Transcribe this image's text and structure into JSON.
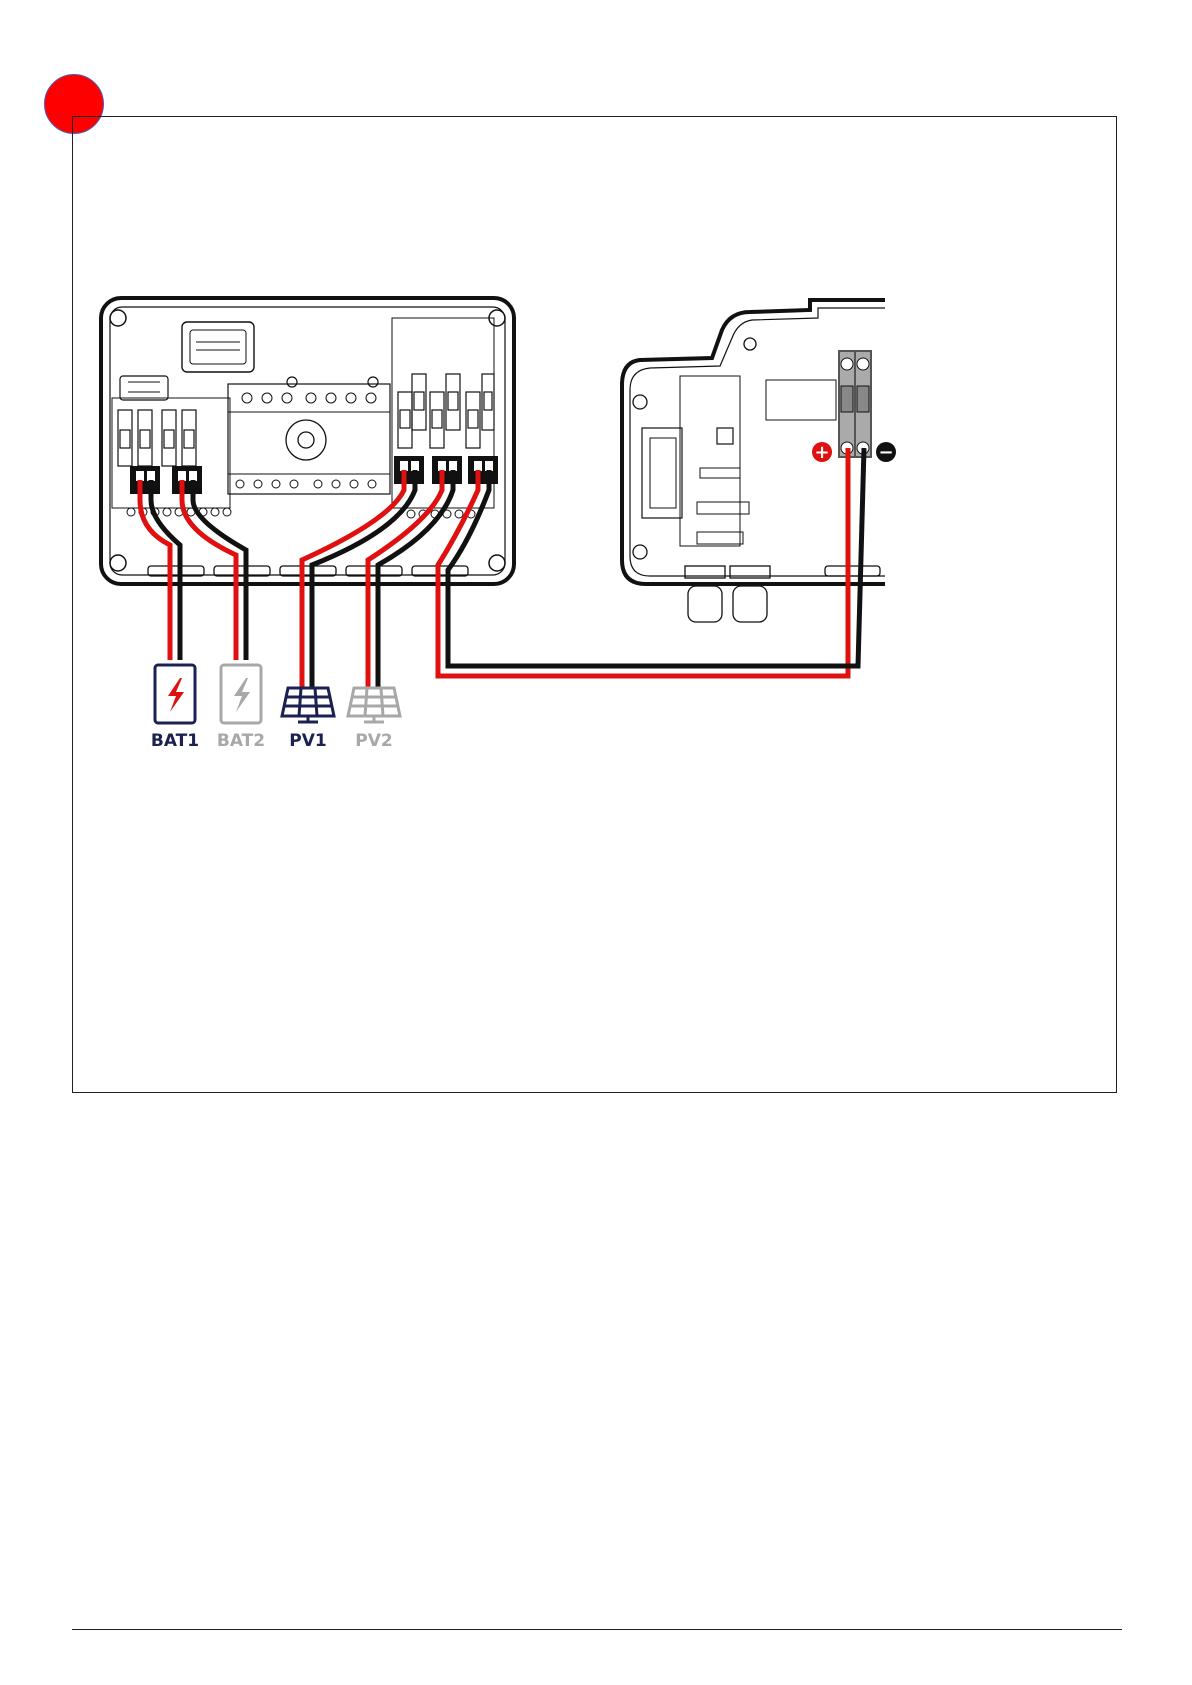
{
  "labels": {
    "bat1": "BAT1",
    "bat2": "BAT2",
    "pv1": "PV1",
    "pv2": "PV2"
  },
  "polarity": {
    "plus": "+",
    "minus": "−"
  },
  "icons": {
    "bat1": "battery-icon",
    "bat2": "battery-icon",
    "pv1": "solar-panel-icon",
    "pv2": "solar-panel-icon"
  },
  "colors": {
    "wire_positive": "#e01010",
    "wire_negative": "#111111",
    "active_label": "#1b2150",
    "inactive_label": "#a8a8a8",
    "step_marker": "#ff0000"
  }
}
